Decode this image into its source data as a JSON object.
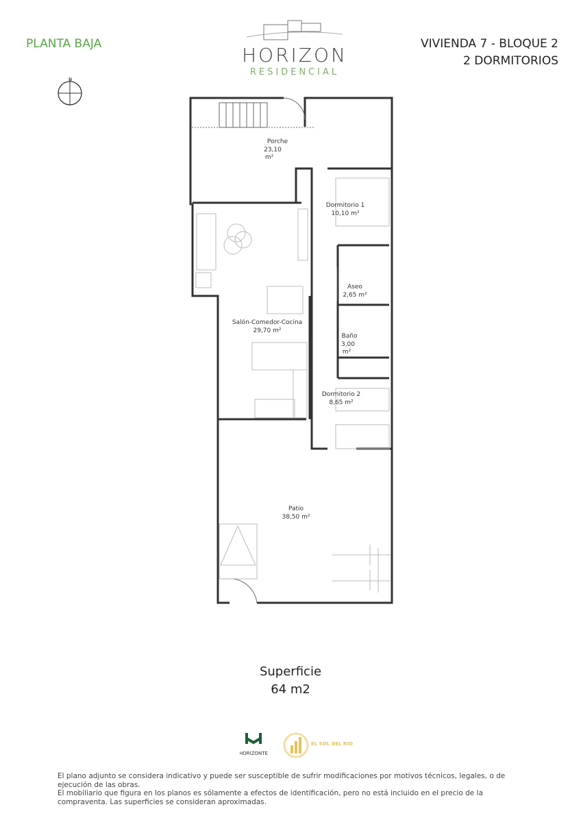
{
  "header": {
    "floor_label": "PLANTA BAJA",
    "unit_line1": "VIVIENDA 7 - BLOQUE 2",
    "unit_line2": "2 DORMITORIOS"
  },
  "logo": {
    "brand": "HORIZON",
    "sub": "RESIDENCIAL"
  },
  "compass": {
    "north_label": "N"
  },
  "rooms": {
    "porche": {
      "name": "Porche",
      "area": "23,10",
      "unit": "m²"
    },
    "dormitorio1": {
      "name": "Dormitorio 1",
      "area": "10,10 m²"
    },
    "aseo": {
      "name": "Aseo",
      "area": "2,65 m²"
    },
    "salon": {
      "name": "Salón-Comedor-Cocina",
      "area": "29,70 m²"
    },
    "bano": {
      "name": "Baño",
      "area": "3,00",
      "unit": "m²"
    },
    "dormitorio2": {
      "name": "Dormitorio 2",
      "area": "8,65 m²"
    },
    "patio": {
      "name": "Patio",
      "area": "38,50 m²"
    }
  },
  "surface": {
    "label": "Superficie",
    "value": "64 m2"
  },
  "footer_logos": {
    "logo1": "HORIZONTE",
    "logo2": "EL SOL DEL RIO"
  },
  "disclaimer": {
    "line1": "El plano adjunto se considera indicativo y puede ser susceptible de sufrir modificaciones por motivos técnicos, legales, o de ejecución de las obras.",
    "line2": "El mobiliario que figura en los planos es sólamente a efectos de identificación, pero no está incluido en el precio de la compraventa. Las superficies se consideran aproximadas."
  },
  "colors": {
    "accent_green": "#5aa547",
    "wall": "#333333",
    "gold": "#e6c25a"
  }
}
